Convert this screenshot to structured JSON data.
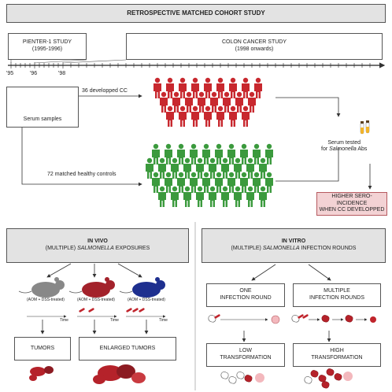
{
  "title": "RETROSPECTIVE MATCHED COHORT STUDY",
  "timeline": {
    "pienter_title": "PIENTER-1 STUDY",
    "pienter_years": "(1995-1996)",
    "colon_title": "COLON CANCER STUDY",
    "colon_years": "(1998 onwards)",
    "ticks": [
      "'95",
      "'96",
      "'98"
    ]
  },
  "cohort": {
    "serum_samples": "Serum samples",
    "cc_label": "36 developped CC",
    "controls_label": "72 matched healthy controls",
    "serum_tested_line1": "Serum tested",
    "serum_tested_prefix": "for ",
    "serum_tested_italic": "Salmonella",
    "serum_tested_suffix": " Abs",
    "result_line1": "HIGHER SERO-INCIDENCE",
    "result_line2": "WHEN CC DEVELOPPED",
    "colors": {
      "cancer": "#c8282e",
      "healthy": "#3b9a3d",
      "result_bg": "#f3d2d4"
    }
  },
  "in_vivo": {
    "title": "IN VIVO",
    "subtitle_prefix": "(MULTIPLE) ",
    "subtitle_italic": "SALMONELLA",
    "subtitle_suffix": " EXPOSURES",
    "mouse_label": "(AOM + DSS-treated)",
    "time_label": "Time",
    "result_tumors": "TUMORS",
    "result_enlarged": "ENLARGED TUMORS",
    "mouse_colors": [
      "#888888",
      "#a3222b",
      "#1e2f8f"
    ]
  },
  "in_vitro": {
    "title": "IN VITRO",
    "subtitle_prefix": "(MULTIPLE) ",
    "subtitle_italic": "SALMONELLA",
    "subtitle_suffix": " INFECTION ROUNDS",
    "one_round_line1": "ONE",
    "one_round_line2": "INFECTION ROUND",
    "multi_round_line1": "MULTIPLE",
    "multi_round_line2": "INFECTION ROUNDS",
    "low_line1": "LOW",
    "low_line2": "TRANSFORMATION",
    "high_line1": "HIGH",
    "high_line2": "TRANSFORMATION"
  }
}
